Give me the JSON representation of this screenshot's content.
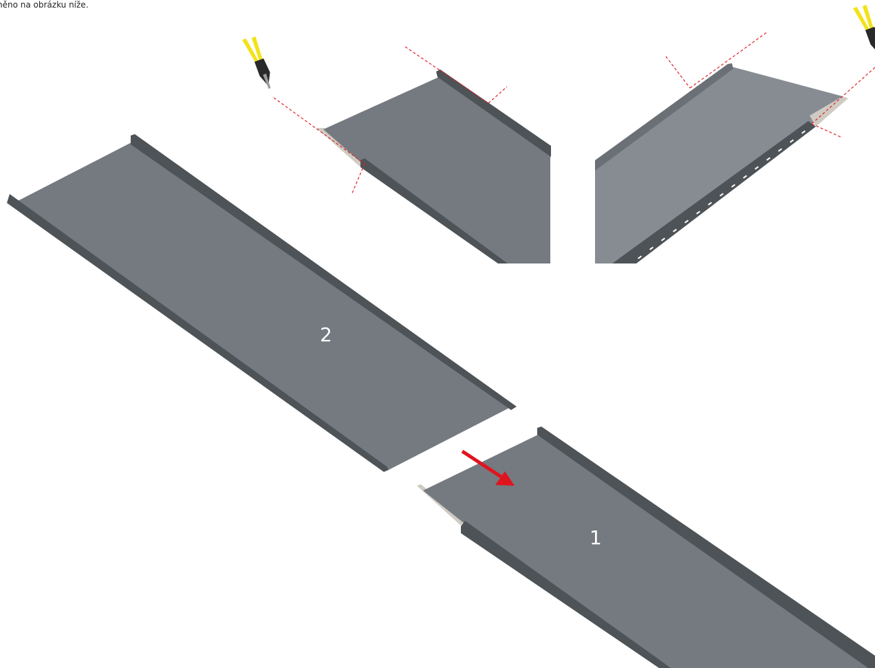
{
  "caption": "něno na obrázku níže.",
  "labels": {
    "panel_lower": "1",
    "panel_upper": "2"
  },
  "colors": {
    "panel_face": "#757a80",
    "panel_face_light": "#868c92",
    "seam_dark": "#4d5356",
    "seam_light": "#5f6569",
    "cut_strip": "#cfcbc2",
    "cut_line": "#e0202a",
    "arrow": "#e0141e",
    "tool_handle": "#f2e21a",
    "tool_body": "#2a2a2a"
  },
  "icons": [
    "tin-snips-icon",
    "arrow-icon"
  ]
}
